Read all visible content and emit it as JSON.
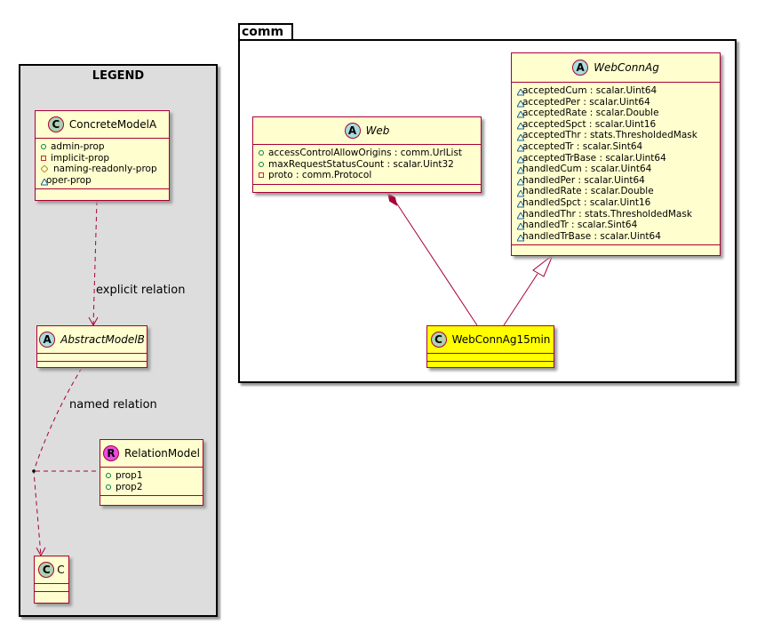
{
  "legend": {
    "title": "LEGEND",
    "concrete": {
      "stereotype_letter": "C",
      "name": "ConcreteModelA",
      "attrs": [
        {
          "vis": "public",
          "text": "admin-prop"
        },
        {
          "vis": "private",
          "text": "implicit-prop"
        },
        {
          "vis": "protected",
          "text": "naming-readonly-prop"
        },
        {
          "vis": "package",
          "text": "oper-prop"
        }
      ]
    },
    "abstract": {
      "stereotype_letter": "A",
      "name": "AbstractModelB"
    },
    "relation": {
      "stereotype_letter": "R",
      "name": "RelationModel",
      "attrs": [
        {
          "vis": "public",
          "text": "prop1"
        },
        {
          "vis": "public",
          "text": "prop2"
        }
      ]
    },
    "target": {
      "stereotype_letter": "C",
      "name": "C"
    },
    "edge_explicit": "explicit relation",
    "edge_named": "named relation"
  },
  "comm": {
    "package_name": "comm",
    "web": {
      "stereotype_letter": "A",
      "name": "Web",
      "attrs": [
        {
          "vis": "public",
          "text": "accessControlAllowOrigins : comm.UrlList"
        },
        {
          "vis": "public",
          "text": "maxRequestStatusCount : scalar.Uint32"
        },
        {
          "vis": "private",
          "text": "proto : comm.Protocol"
        }
      ]
    },
    "webconnag": {
      "stereotype_letter": "A",
      "name": "WebConnAg",
      "attrs": [
        {
          "vis": "package",
          "text": "acceptedCum : scalar.Uint64"
        },
        {
          "vis": "package",
          "text": "acceptedPer : scalar.Uint64"
        },
        {
          "vis": "package",
          "text": "acceptedRate : scalar.Double"
        },
        {
          "vis": "package",
          "text": "acceptedSpct : scalar.Uint16"
        },
        {
          "vis": "package",
          "text": "acceptedThr : stats.ThresholdedMask"
        },
        {
          "vis": "package",
          "text": "acceptedTr : scalar.Sint64"
        },
        {
          "vis": "package",
          "text": "acceptedTrBase : scalar.Uint64"
        },
        {
          "vis": "package",
          "text": "handledCum : scalar.Uint64"
        },
        {
          "vis": "package",
          "text": "handledPer : scalar.Uint64"
        },
        {
          "vis": "package",
          "text": "handledRate : scalar.Double"
        },
        {
          "vis": "package",
          "text": "handledSpct : scalar.Uint16"
        },
        {
          "vis": "package",
          "text": "handledThr : stats.ThresholdedMask"
        },
        {
          "vis": "package",
          "text": "handledTr : scalar.Sint64"
        },
        {
          "vis": "package",
          "text": "handledTrBase : scalar.Uint64"
        }
      ]
    },
    "webconnag15min": {
      "stereotype_letter": "C",
      "name": "WebConnAg15min",
      "highlight": "#ffff00"
    }
  },
  "colors": {
    "class_fill": "#fefece",
    "class_border": "#a80036",
    "legend_fill": "#dddddd",
    "public": "#038048",
    "private": "#c82930",
    "protected": "#b38d22",
    "package": "#1963a0"
  }
}
